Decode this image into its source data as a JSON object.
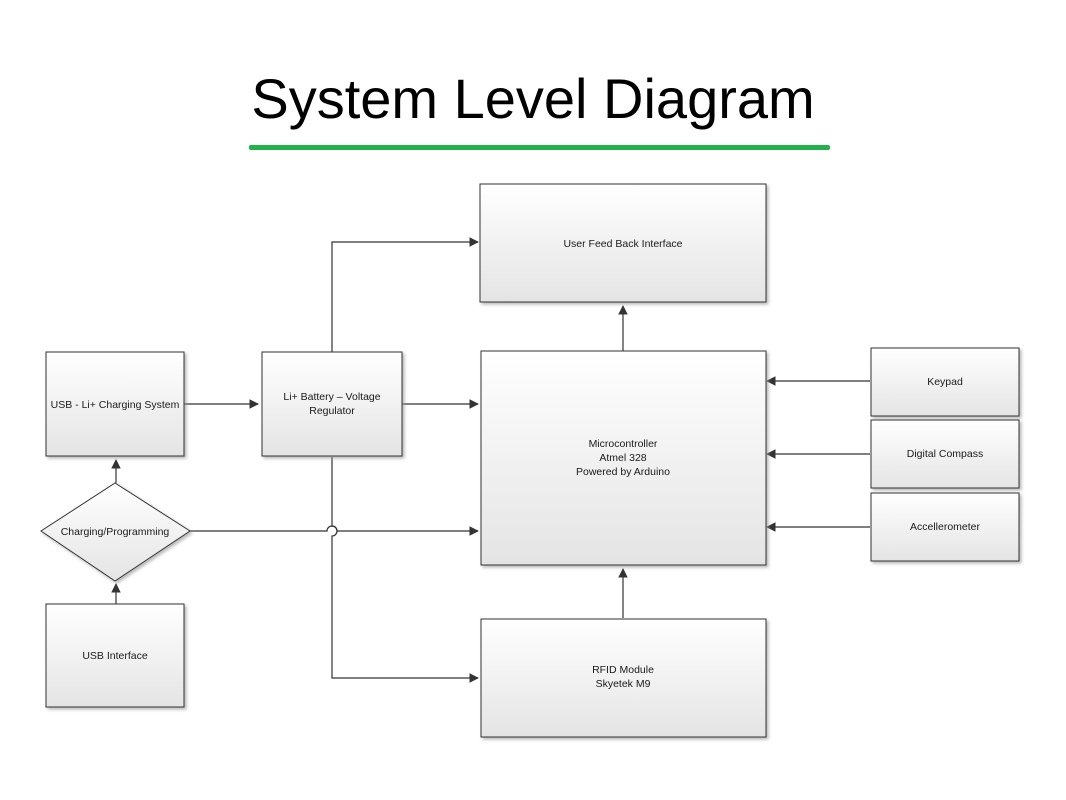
{
  "title": "System Level Diagram",
  "colors": {
    "underline": "#22b14c",
    "box_fill_top": "#ffffff",
    "box_fill_bottom": "#e6e6e6",
    "stroke": "#333333"
  },
  "nodes": {
    "user_feedback": {
      "lines": [
        "User Feed Back Interface"
      ]
    },
    "usb_charging": {
      "lines": [
        "USB - Li+ Charging System"
      ]
    },
    "battery_regulator": {
      "lines": [
        "Li+ Battery – Voltage",
        "Regulator"
      ]
    },
    "microcontroller": {
      "lines": [
        "Microcontroller",
        "Atmel 328",
        "Powered by Arduino"
      ]
    },
    "keypad": {
      "lines": [
        "Keypad"
      ]
    },
    "digital_compass": {
      "lines": [
        "Digital Compass"
      ]
    },
    "accelerometer": {
      "lines": [
        "Accellerometer"
      ]
    },
    "charging_programming": {
      "lines": [
        "Charging/Programming"
      ]
    },
    "usb_interface": {
      "lines": [
        "USB Interface"
      ]
    },
    "rfid_module": {
      "lines": [
        "RFID Module",
        "Skyetek M9"
      ]
    }
  }
}
